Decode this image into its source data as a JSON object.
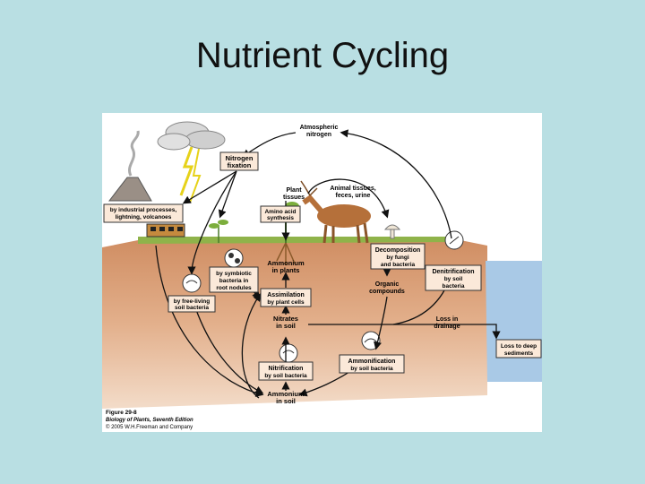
{
  "slide": {
    "title": "Nutrient Cycling"
  },
  "diagram": {
    "atmospheric": [
      "Atmospheric",
      "nitrogen"
    ],
    "nitrogen_fixation": [
      "Nitrogen",
      "fixation"
    ],
    "industrial": [
      "by industrial processes,",
      "lightning, volcanoes"
    ],
    "symbiotic": [
      "by symbiotic",
      "bacteria in",
      "root nodules"
    ],
    "free_living": [
      "by free-living",
      "soil bacteria"
    ],
    "plant_tissues": [
      "Plant",
      "tissues"
    ],
    "animal_tissues": [
      "Animal tissues,",
      "feces, urine"
    ],
    "amino_acid": [
      "Amino acid",
      "synthesis"
    ],
    "ammonium_plants": [
      "Ammonium",
      "in plants"
    ],
    "assimilation": [
      "Assimilation",
      "by plant cells"
    ],
    "nitrates": [
      "Nitrates",
      "in soil"
    ],
    "nitrification": [
      "Nitrification",
      "by soil bacteria"
    ],
    "ammonium_soil": [
      "Ammonium",
      "in soil"
    ],
    "decomposition": [
      "Decomposition",
      "by fungi",
      "and bacteria"
    ],
    "organic": [
      "Organic",
      "compounds"
    ],
    "denitrification": [
      "Denitrification",
      "by soil",
      "bacteria"
    ],
    "loss_drainage": [
      "Loss in",
      "drainage"
    ],
    "loss_sediments": [
      "Loss to deep",
      "sediments"
    ],
    "ammonification": [
      "Ammonification",
      "by soil bacteria"
    ],
    "caption": [
      "Figure 29-8",
      "Biology of Plants, Seventh Edition",
      "© 2005 W.H.Freeman and Company"
    ]
  },
  "colors": {
    "background": "#b9dfe3",
    "soil": "#d99d75",
    "soil_deep": "#e8bfa0",
    "grass": "#8fb34a",
    "water": "#a9c9e6",
    "box_fill": "#fbe9d9"
  }
}
